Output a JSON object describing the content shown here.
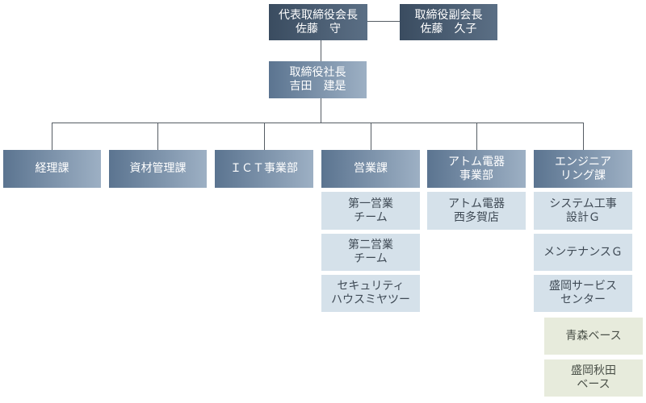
{
  "top": {
    "chairman": {
      "title": "代表取締役会長",
      "name": "佐藤　守"
    },
    "vice_chairman": {
      "title": "取締役副会長",
      "name": "佐藤　久子"
    },
    "president": {
      "title": "取締役社長",
      "name": "吉田　建是"
    }
  },
  "departments": [
    {
      "lines": [
        "経理課"
      ]
    },
    {
      "lines": [
        "資材管理課"
      ]
    },
    {
      "lines": [
        "ＩＣＴ事業部"
      ]
    },
    {
      "lines": [
        "営業課"
      ]
    },
    {
      "lines": [
        "アトム電器",
        "事業部"
      ]
    },
    {
      "lines": [
        "エンジニア",
        "リング課"
      ]
    }
  ],
  "sales_teams": [
    {
      "lines": [
        "第一営業",
        "チーム"
      ]
    },
    {
      "lines": [
        "第二営業",
        "チーム"
      ]
    },
    {
      "lines": [
        "セキュリティ",
        "ハウスミヤツー"
      ]
    }
  ],
  "atom_units": [
    {
      "lines": [
        "アトム電器",
        "西多賀店"
      ]
    }
  ],
  "engineering_units": [
    {
      "lines": [
        "システム工事",
        "設計Ｇ"
      ]
    },
    {
      "lines": [
        "メンテナンスＧ"
      ]
    },
    {
      "lines": [
        "盛岡サービス",
        "センター"
      ]
    }
  ],
  "morioka_bases": [
    {
      "lines": [
        "青森ベース"
      ]
    },
    {
      "lines": [
        "盛岡秋田",
        "ベース"
      ]
    }
  ]
}
